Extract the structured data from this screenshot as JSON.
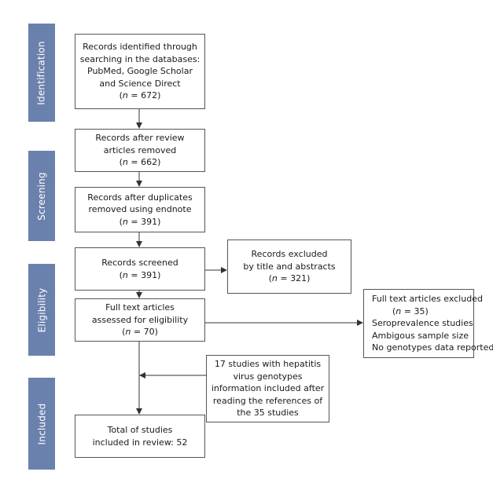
{
  "phases": {
    "identification": "Identification",
    "screening": "Screening",
    "eligibility": "Eligibility",
    "included": "Included"
  },
  "boxes": {
    "identified": {
      "lines": [
        "Records identified through",
        "searching in the databases:",
        "PubMed, Google Scholar",
        "and Science Direct"
      ],
      "n_label": "n",
      "n_rest": " = 672)"
    },
    "after_review": {
      "lines": [
        "Records after review",
        "articles removed"
      ],
      "n_label": "n",
      "n_rest": " = 662)"
    },
    "after_duplicates": {
      "lines": [
        "Records after duplicates",
        "removed using endnote"
      ],
      "n_label": "n",
      "n_rest": " = 391)"
    },
    "screened": {
      "lines": [
        "Records screened"
      ],
      "n_label": "n",
      "n_rest": " = 391)"
    },
    "excluded_title": {
      "lines": [
        "Records excluded",
        "by title and abstracts"
      ],
      "n_label": "n",
      "n_rest": " = 321)"
    },
    "full_text": {
      "lines": [
        "Full text articles",
        "assessed for eligibility"
      ],
      "n_label": "n",
      "n_rest": " = 70)"
    },
    "full_text_excluded": {
      "title": "Full text articles excluded",
      "n_label": "n",
      "n_rest": " = 35)",
      "reasons": [
        "Seroprevalence studies",
        "Ambigous sample size",
        "No genotypes data reported"
      ]
    },
    "additional": {
      "lines": [
        "17 studies with hepatitis",
        "virus  genotypes",
        "information included after",
        "reading the references of",
        "the 35 studies"
      ]
    },
    "total": {
      "lines": [
        "Total of studies",
        "included in review: 52"
      ]
    }
  },
  "colors": {
    "phase_bar": "#6b81ad",
    "border": "#555555",
    "arrow": "#333333"
  }
}
